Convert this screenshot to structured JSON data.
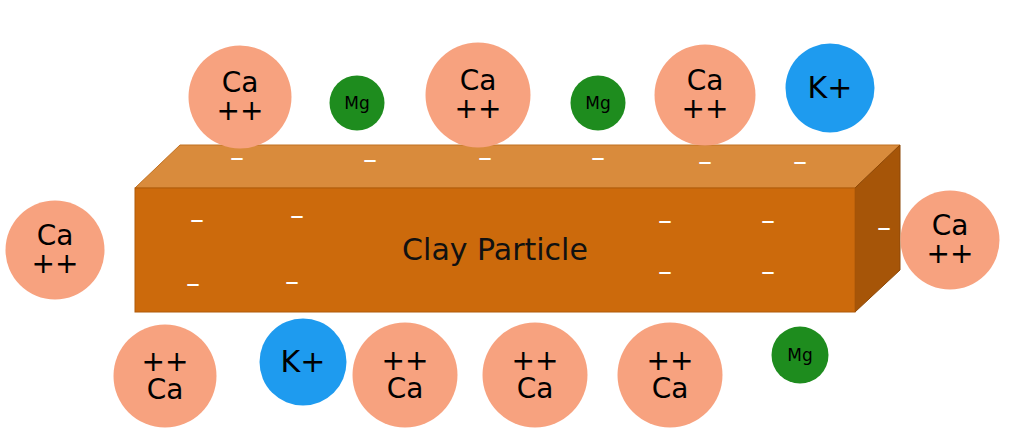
{
  "diagram": {
    "nodes": [
      {
        "text": [
          "Ca ++"
        ]
      },
      {
        "text": [
          "Mg"
        ]
      },
      {
        "text": [
          "Ca ++"
        ]
      },
      {
        "text": [
          "Mg"
        ]
      },
      {
        "text": [
          "Ca ++"
        ]
      },
      {
        "text": [
          "K+"
        ]
      },
      {
        "text": [
          "Ca ++"
        ]
      },
      {
        "text": [
          "Clay Particle"
        ]
      },
      {
        "text": [
          "Ca ++"
        ]
      },
      {
        "text": [
          "++ Ca"
        ]
      },
      {
        "text": [
          "K+"
        ]
      },
      {
        "text": [
          "++ Ca"
        ]
      },
      {
        "text": [
          "++ Ca"
        ]
      },
      {
        "text": [
          "++ Ca"
        ]
      },
      {
        "text": [
          "Mg"
        ]
      }
    ],
    "labels": [
      "–",
      "–",
      "–",
      "–",
      "–",
      "–",
      "–",
      "–",
      "–",
      "–",
      "–",
      "–",
      "–",
      "–",
      "–"
    ]
  }
}
